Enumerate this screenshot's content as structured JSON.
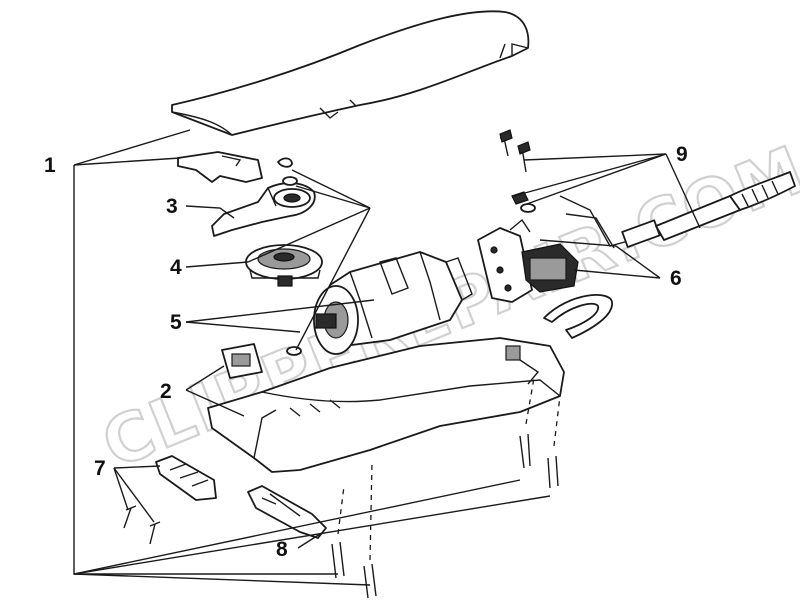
{
  "watermark": "CLIPPEREPAIR.COM",
  "callouts": {
    "c1": "1",
    "c2": "2",
    "c3": "3",
    "c4": "4",
    "c5": "5",
    "c6": "6",
    "c7": "7",
    "c8": "8",
    "c9": "9"
  }
}
